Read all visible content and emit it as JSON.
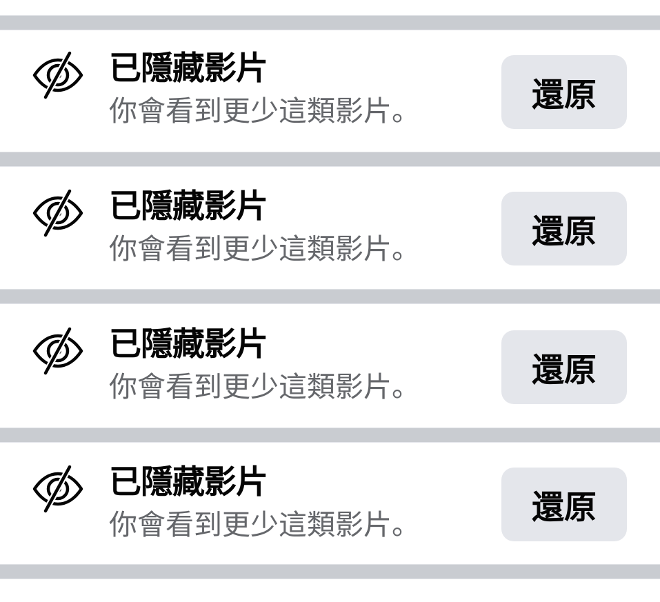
{
  "colors": {
    "divider": "#c9ccd1",
    "title_text": "#050505",
    "subtitle_text": "#65676b",
    "button_bg": "#e4e6eb"
  },
  "items": [
    {
      "icon": "eye-slash-icon",
      "title": "已隱藏影片",
      "subtitle": "你會看到更少這類影片。",
      "button_label": "還原"
    },
    {
      "icon": "eye-slash-icon",
      "title": "已隱藏影片",
      "subtitle": "你會看到更少這類影片。",
      "button_label": "還原"
    },
    {
      "icon": "eye-slash-icon",
      "title": "已隱藏影片",
      "subtitle": "你會看到更少這類影片。",
      "button_label": "還原"
    },
    {
      "icon": "eye-slash-icon",
      "title": "已隱藏影片",
      "subtitle": "你會看到更少這類影片。",
      "button_label": "還原"
    }
  ]
}
